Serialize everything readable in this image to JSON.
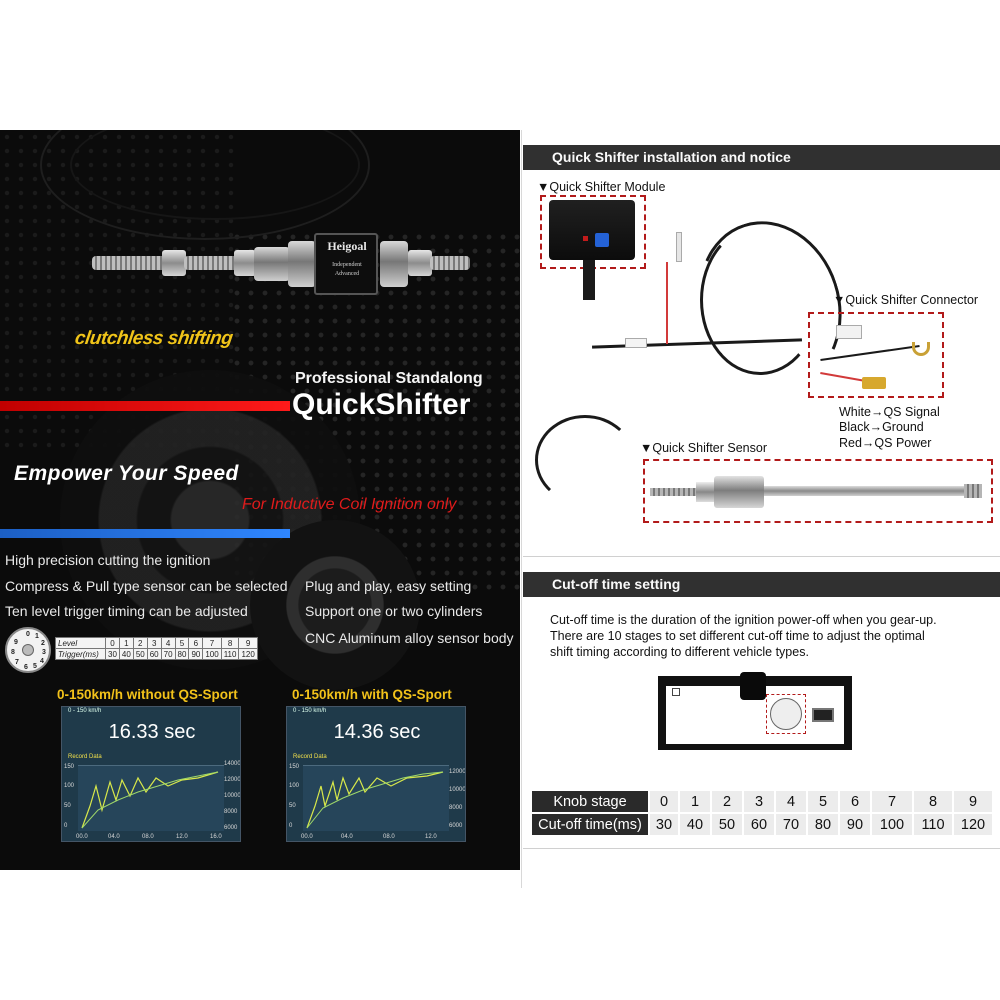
{
  "left": {
    "product": {
      "brand": "Heigoal",
      "sub_lines": [
        "Independent",
        "Advanced"
      ]
    },
    "slogan": "clutchless shifting",
    "pro_line": "Professional Standalong",
    "product_name": "QuickShifter",
    "empower": "Empower Your Speed",
    "ignition_note": "For Inductive Coil Ignition only",
    "features_left": [
      "High precision cutting the ignition",
      "Compress & Pull type sensor can be selected",
      "Ten level trigger timing can be adjusted"
    ],
    "features_right": [
      "Plug and play, easy setting",
      "Support one or two cylinders",
      "CNC Aluminum alloy sensor body"
    ],
    "level_table": {
      "row_labels": [
        "Level",
        "Trigger(ms)"
      ],
      "levels": [
        "0",
        "1",
        "2",
        "3",
        "4",
        "5",
        "6",
        "7",
        "8",
        "9"
      ],
      "triggers": [
        "30",
        "40",
        "50",
        "60",
        "70",
        "80",
        "90",
        "100",
        "110",
        "120"
      ]
    },
    "dial_digits": [
      "0",
      "1",
      "2",
      "3",
      "4",
      "5",
      "6",
      "7",
      "8",
      "9"
    ],
    "charts": [
      {
        "title": "0-150km/h without QS-Sport",
        "range": "0 - 150 km/h",
        "time": "16.33 sec",
        "record": "Record Data",
        "y_left": [
          "150",
          "100",
          "50",
          "0"
        ],
        "y_right": [
          "14000",
          "12000",
          "10000",
          "8000",
          "6000"
        ],
        "x": [
          "00.0",
          "04.0",
          "08.0",
          "12.0",
          "16.0"
        ]
      },
      {
        "title": "0-150km/h with QS-Sport",
        "range": "0 - 150 km/h",
        "time": "14.36 sec",
        "record": "Record Data",
        "y_left": [
          "150",
          "100",
          "50",
          "0"
        ],
        "y_right": [
          "12000",
          "10000",
          "8000",
          "6000"
        ],
        "x": [
          "00.0",
          "04.0",
          "08.0",
          "12.0"
        ]
      }
    ]
  },
  "right": {
    "install_header": "Quick Shifter installation and notice",
    "module_label": "▼Quick Shifter Module",
    "connector_label": "▼Quick Shifter Connector",
    "sensor_label": "▼Quick Shifter Sensor",
    "wires": [
      "White→QS Signal",
      "Black→Ground",
      "Red→QS Power"
    ],
    "cutoff_header": "Cut-off time setting",
    "cutoff_desc": [
      "Cut-off time is the duration of the ignition power-off when you gear-up.",
      "There are 10 stages to set different cut-off time to adjust the optimal",
      "shift timing according to different vehicle types."
    ],
    "knob_table": {
      "stage_label": "Knob stage",
      "time_label": "Cut-off time(ms)",
      "stages": [
        "0",
        "1",
        "2",
        "3",
        "4",
        "5",
        "6",
        "7",
        "8",
        "9"
      ],
      "times": [
        "30",
        "40",
        "50",
        "60",
        "70",
        "80",
        "90",
        "100",
        "110",
        "120"
      ]
    }
  },
  "colors": {
    "slogan_yellow": "#f0c419",
    "accent_red": "#e01b1b",
    "accent_blue": "#2f86ff",
    "header_dark": "#303030"
  }
}
